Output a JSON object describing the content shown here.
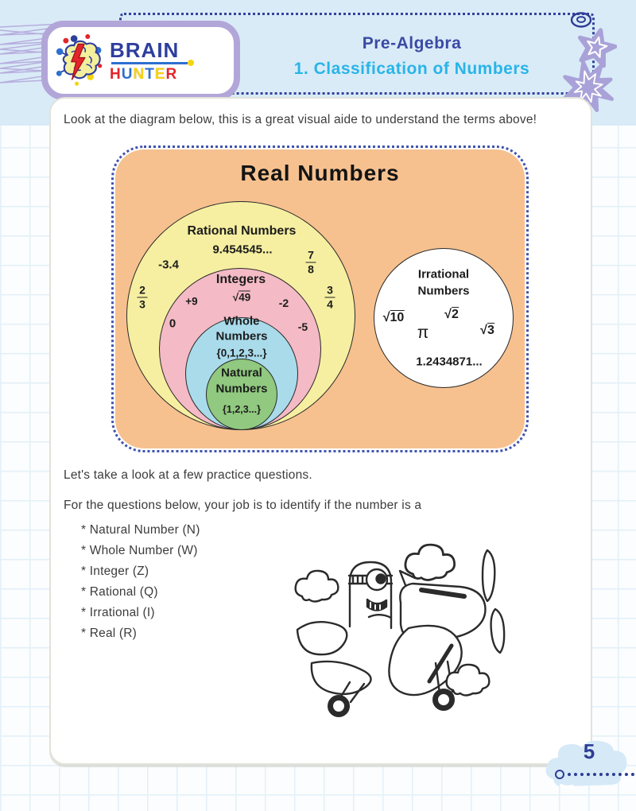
{
  "colors": {
    "navy": "#2e3e9e",
    "cyan_title": "#29b4e8",
    "lavender": "#b2a6d8",
    "panel_orange": "#f6c18f",
    "rational_yellow": "#f6efa1",
    "integers_pink": "#f4bac5",
    "whole_blue": "#a9dbeb",
    "natural_green": "#90c97f",
    "hunter_letter_colors": [
      "#e3252b",
      "#2e6fd0",
      "#f5d410",
      "#2e6fd0",
      "#f5d410",
      "#e3252b"
    ]
  },
  "header": {
    "logo": {
      "brain": "BRAIN",
      "hunter": [
        "H",
        "U",
        "N",
        "T",
        "E",
        "R"
      ]
    },
    "subject": "Pre-Algebra",
    "lesson": "1. Classification of Numbers"
  },
  "content": {
    "intro": "Look at the diagram below, this is a great visual aide to understand the terms above!",
    "practice_intro": "Let's take a look at a few practice questions.",
    "practice_instruction": "For the questions below, your job is to identify if the number is a",
    "number_types": [
      "* Natural Number (N)",
      "* Whole Number (W)",
      "* Integer (Z)",
      "* Rational (Q)",
      "* Irrational (I)",
      "* Real (R)"
    ]
  },
  "diagram": {
    "title": "Real Numbers",
    "rational": {
      "title": "Rational Numbers",
      "decimal": "9.454545...",
      "neg_decimal": "-3.4",
      "frac1": {
        "num": "7",
        "den": "8"
      },
      "frac2": {
        "num": "2",
        "den": "3"
      },
      "frac3": {
        "num": "3",
        "den": "4"
      }
    },
    "integers": {
      "title": "Integers",
      "sqrt_sym": "√",
      "sqrt_val": "49",
      "pos_nine": "+9",
      "neg_two": "-2",
      "zero": "0",
      "neg_five": "-5"
    },
    "whole": {
      "title_line1": "Whole",
      "title_line2": "Numbers",
      "set_notation": "{0,1,2,3...}"
    },
    "natural": {
      "title_line1": "Natural",
      "title_line2": "Numbers",
      "set_notation": "{1,2,3...}"
    },
    "irrational": {
      "title_line1": "Irrational",
      "title_line2": "Numbers",
      "sqrt10_sym": "√",
      "sqrt10_val": "10",
      "pi": "π",
      "sqrt2_sym": "√",
      "sqrt2_val": "2",
      "sqrt3_sym": "√",
      "sqrt3_val": "3",
      "decimal": "1.2434871..."
    }
  },
  "footer": {
    "page_number": "5"
  }
}
